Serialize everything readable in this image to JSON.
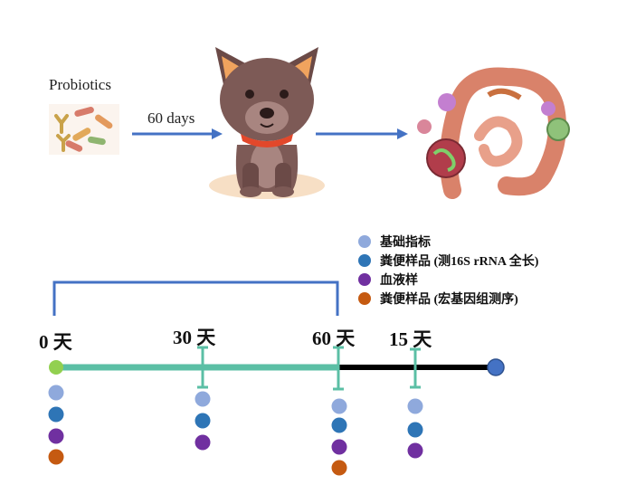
{
  "top_flow": {
    "probiotics_label": "Probiotics",
    "duration_label": "60 days"
  },
  "legend": {
    "items": [
      {
        "label": "基础指标",
        "color": "#8fa9dc"
      },
      {
        "label": "粪便样品 (测16S rRNA 全长)",
        "color": "#2e75b6"
      },
      {
        "label": "血液样",
        "color": "#7030a0"
      },
      {
        "label": "粪便样品 (宏基因组测序)",
        "color": "#c55a11"
      }
    ]
  },
  "timeline": {
    "treatment_color": "#5bbfa5",
    "followup_color": "#000000",
    "bracket_color": "#4472c4",
    "start_marker_color": "#92d050",
    "end_marker_color": "#4472c4",
    "timepoints": [
      {
        "label": "0 天"
      },
      {
        "label": "30 天"
      },
      {
        "label": "60 天"
      },
      {
        "label": "15 天"
      }
    ]
  }
}
